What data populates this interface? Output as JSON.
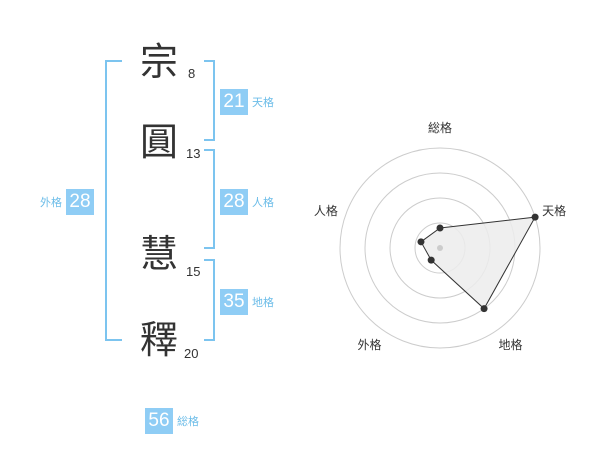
{
  "name": {
    "characters": [
      {
        "char": "宗",
        "strokes": "8"
      },
      {
        "char": "圓",
        "strokes": "13"
      },
      {
        "char": "慧",
        "strokes": "15"
      },
      {
        "char": "釋",
        "strokes": "20"
      }
    ]
  },
  "kaku": {
    "tenkaku": {
      "value": "21",
      "label": "天格"
    },
    "jinkaku": {
      "value": "28",
      "label": "人格"
    },
    "chikaku": {
      "value": "35",
      "label": "地格"
    },
    "gaikaku": {
      "value": "28",
      "label": "外格"
    },
    "soukaku": {
      "value": "56",
      "label": "総格"
    }
  },
  "colors": {
    "accent": "#8fcdf5",
    "bracket": "#7cc4ef",
    "label": "#6bbce8",
    "ring": "#cccccc",
    "polygon_fill": "#ececec",
    "polygon_stroke": "#333333"
  },
  "chart_data": {
    "type": "radar",
    "axes": [
      "総格",
      "天格",
      "地格",
      "外格",
      "人格"
    ],
    "values": [
      0.2,
      1.0,
      0.75,
      0.15,
      0.2
    ],
    "range": [
      0,
      1
    ],
    "rings": 4
  }
}
